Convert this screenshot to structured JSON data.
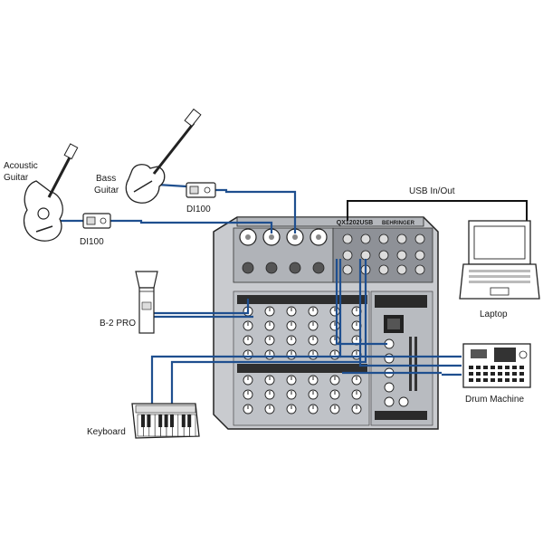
{
  "labels": {
    "acoustic_guitar_line1": "Acoustic",
    "acoustic_guitar_line2": "Guitar",
    "bass_guitar_line1": "Bass",
    "bass_guitar_line2": "Guitar",
    "di_bass": "DI100",
    "di_acoustic": "DI100",
    "usb": "USB In/Out",
    "laptop": "Laptop",
    "mic": "B-2 PRO",
    "drum_machine": "Drum Machine",
    "keyboard": "Keyboard",
    "mixer_model": "QX1202USB",
    "mixer_brand": "BEHRINGER"
  },
  "colors": {
    "cable": "#1f4f8f",
    "usb_cable": "#111111",
    "mixer_body": "#c9cbcf",
    "mixer_panel": "#a9acb2",
    "outline": "#222222"
  },
  "icons": [
    "acoustic-guitar-icon",
    "bass-guitar-icon",
    "di-box-icon",
    "microphone-icon",
    "laptop-icon",
    "drum-machine-icon",
    "keyboard-icon",
    "mixer-icon"
  ]
}
